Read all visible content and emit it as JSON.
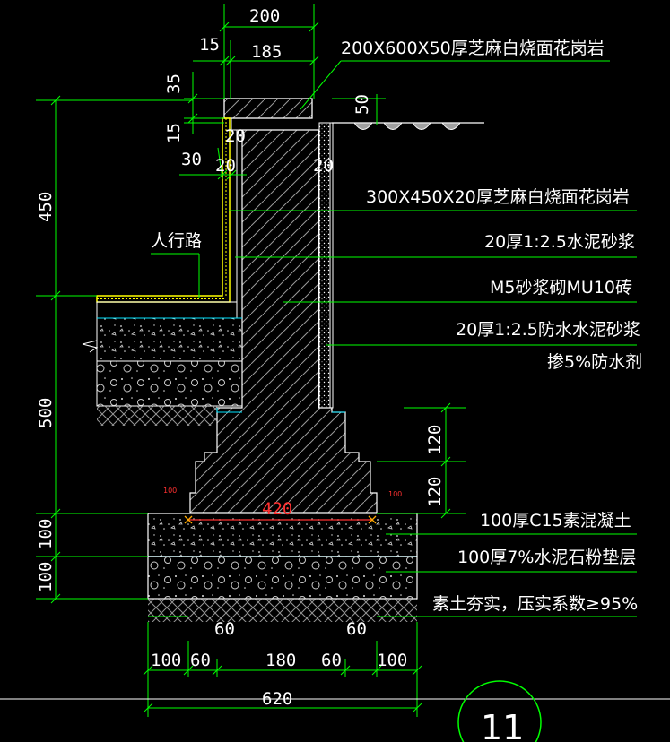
{
  "colors": {
    "background": "#000000",
    "dimension": "#00ff00",
    "outline": "#ffffff",
    "layer_line": "#00e5ff",
    "finish": "#ffff00",
    "hatch": "#a0a0a0",
    "small_label": "#ff3030"
  },
  "dimensions": {
    "top_width": "200",
    "edge_offset": "15",
    "cap_width": "185",
    "cap_thickness": "35",
    "gap_15": "15",
    "face_thickness_left": "20",
    "offset_30": "30",
    "face_thickness_left_2": "20",
    "face_thickness_right": "20",
    "ground_50": "50",
    "height_450": "450",
    "height_500": "500",
    "step_120_upper": "120",
    "step_120_lower": "120",
    "concrete_100": "100",
    "cushion_100": "100",
    "bottom_420": "420",
    "bottom_60_left": "60",
    "bottom_60_right": "60",
    "small_100_left": "100",
    "small_100_right": "100",
    "bottom_row": [
      "100",
      "60",
      "180",
      "60",
      "100"
    ],
    "total_620": "620"
  },
  "labels": {
    "cap_stone": "200X600X50厚芝麻白烧面花岗岩",
    "face_stone": "300X450X20厚芝麻白烧面花岗岩",
    "mortar_layer": "20厚1:2.5水泥砂浆",
    "brick_wall": "M5砂浆砌MU10砖",
    "waterproof_mortar_1": "20厚1:2.5防水水泥砂浆",
    "waterproof_mortar_2": "掺5%防水剂",
    "sidewalk": "人行路",
    "concrete_base": "100厚C15素混凝土",
    "cushion_layer": "100厚7%水泥石粉垫层",
    "compacted_soil": "素土夯实，压实系数≥95%"
  },
  "drawing_number": "11"
}
